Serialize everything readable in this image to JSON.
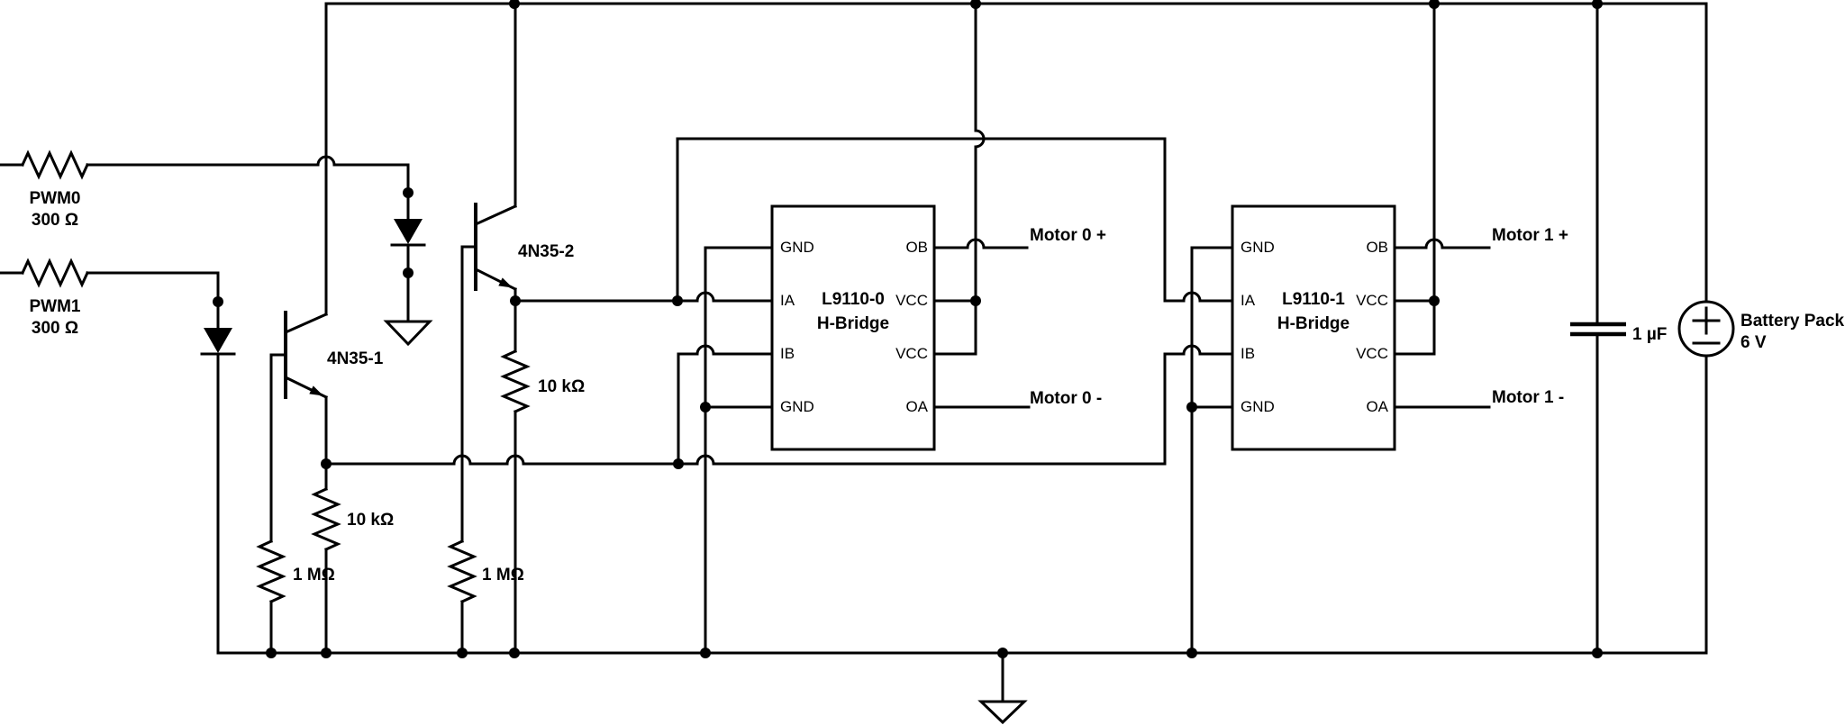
{
  "colors": {
    "wire": "#000000",
    "text": "#000000",
    "background": "#ffffff"
  },
  "inputs": {
    "pwm0": {
      "label": "PWM0",
      "value": "300 Ω"
    },
    "pwm1": {
      "label": "PWM1",
      "value": "300 Ω"
    }
  },
  "optocouplers": {
    "opto1": {
      "label": "4N35-1"
    },
    "opto2": {
      "label": "4N35-2"
    }
  },
  "resistors": {
    "r10k_1": {
      "label": "10 kΩ"
    },
    "r10k_2": {
      "label": "10 kΩ"
    },
    "r1m_1": {
      "label": "1 MΩ"
    },
    "r1m_2": {
      "label": "1 MΩ"
    }
  },
  "hbridge0": {
    "title": "L9110-0",
    "subtitle": "H-Bridge",
    "pins": {
      "gnd_top": "GND",
      "ia": "IA",
      "ib": "IB",
      "gnd_bottom": "GND",
      "ob": "OB",
      "vcc_top": "VCC",
      "vcc_bottom": "VCC",
      "oa": "OA"
    }
  },
  "hbridge1": {
    "title": "L9110-1",
    "subtitle": "H-Bridge",
    "pins": {
      "gnd_top": "GND",
      "ia": "IA",
      "ib": "IB",
      "gnd_bottom": "GND",
      "ob": "OB",
      "vcc_top": "VCC",
      "vcc_bottom": "VCC",
      "oa": "OA"
    }
  },
  "motor_terminals": {
    "m0p": {
      "label": "Motor 0 +"
    },
    "m0n": {
      "label": "Motor 0 -"
    },
    "m1p": {
      "label": "Motor 1 +"
    },
    "m1n": {
      "label": "Motor 1 -"
    }
  },
  "capacitor": {
    "label": "1 µF"
  },
  "battery": {
    "label": "Battery Pack",
    "voltage": "6 V"
  }
}
